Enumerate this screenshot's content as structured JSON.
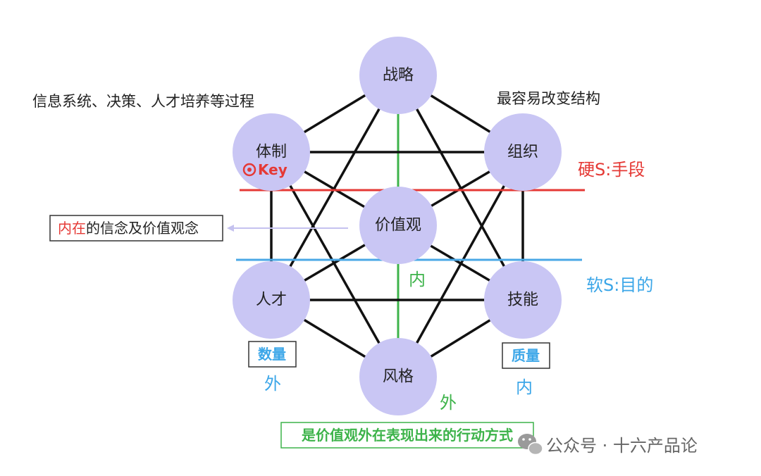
{
  "nodes": {
    "strategy": "战略",
    "system": "体制",
    "organization": "组织",
    "values": "价值观",
    "talent": "人才",
    "skills": "技能",
    "style": "风格"
  },
  "annotations": {
    "system_note": "信息系统、决策、人才培养等过程",
    "org_note": "最容易改变结构",
    "key": "Key",
    "hard_s": "硬S:手段",
    "soft_s": "软S:目的",
    "inner_center": "内",
    "quantity": "数量",
    "outer_left": "外",
    "quality": "质量",
    "inner_right": "内",
    "outer_bottom": "外"
  },
  "values_box": {
    "highlight": "内在",
    "rest": "的信念及价值观念"
  },
  "style_box": "是价值观外在表现出来的行动方式",
  "watermark": "公众号 · 十六产品论",
  "colors": {
    "node": "#c9c6f4",
    "hard_line": "#e53935",
    "soft_line": "#4aa8e6",
    "center_line": "#3db34a"
  }
}
